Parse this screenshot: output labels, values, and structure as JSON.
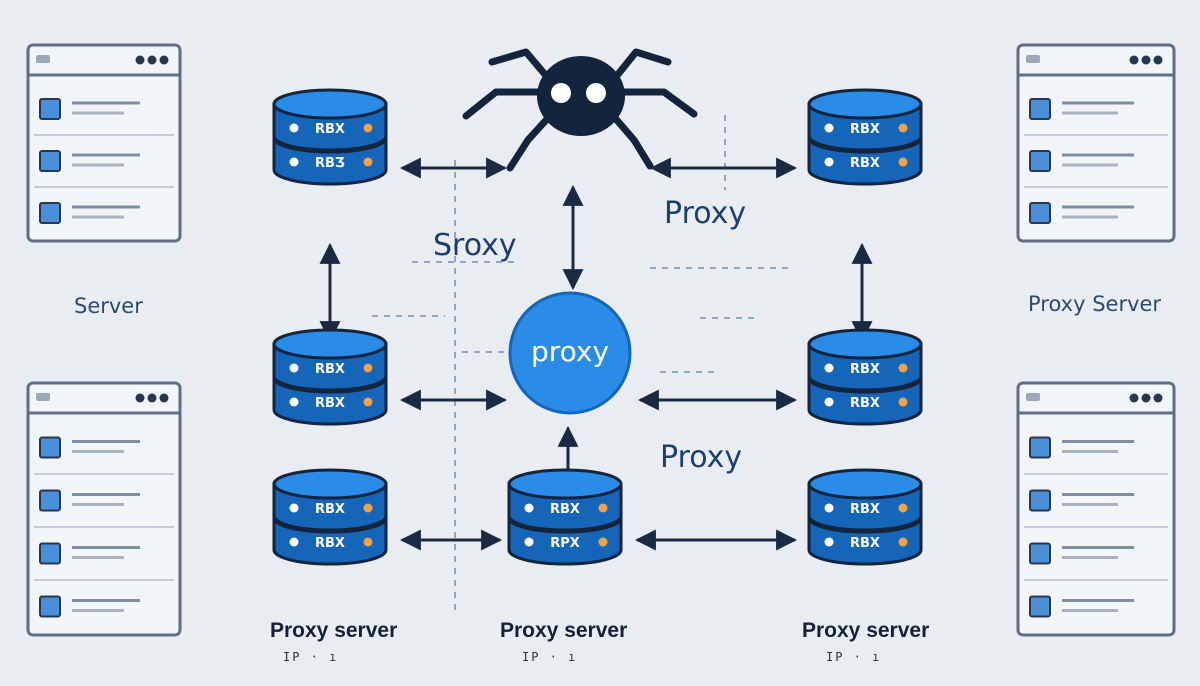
{
  "colors": {
    "background": "#e9edf1",
    "accent": "#2a8ce6",
    "accent_dark": "#1565b8",
    "ink": "#13243d",
    "panel_border": "#5d6f86",
    "panel_fill": "#f2f5f8"
  },
  "hub": {
    "label": "proxy"
  },
  "labels": {
    "sroxy": "Sroxy",
    "proxy_top": "Proxy",
    "proxy_mid": "Proxy",
    "server_left": "Server",
    "proxy_server_right": "Proxy Server"
  },
  "servers": [
    {
      "slot": "top-left",
      "labels": [
        "RBX",
        "RBƷ"
      ]
    },
    {
      "slot": "top-right",
      "labels": [
        "RBX",
        "RBX"
      ]
    },
    {
      "slot": "mid-left",
      "labels": [
        "RBX",
        "RBX"
      ]
    },
    {
      "slot": "mid-right",
      "labels": [
        "RBX",
        "RBX"
      ]
    },
    {
      "slot": "bottom-left",
      "labels": [
        "RBX",
        "RBX"
      ]
    },
    {
      "slot": "bottom-center",
      "labels": [
        "RBX",
        "RPX"
      ]
    },
    {
      "slot": "bottom-right",
      "labels": [
        "RBX",
        "RBX"
      ]
    }
  ],
  "captions": [
    {
      "title": "Proxy server",
      "ip": "IP  ·  ı"
    },
    {
      "title": "Proxy server",
      "ip": "IP  ·  ı"
    },
    {
      "title": "Proxy server",
      "ip": "IP  ·  ı"
    }
  ],
  "icons": {
    "spider": "spider-icon",
    "hub": "proxy-hub-icon",
    "server": "server-stack-icon",
    "window": "browser-window-icon"
  }
}
